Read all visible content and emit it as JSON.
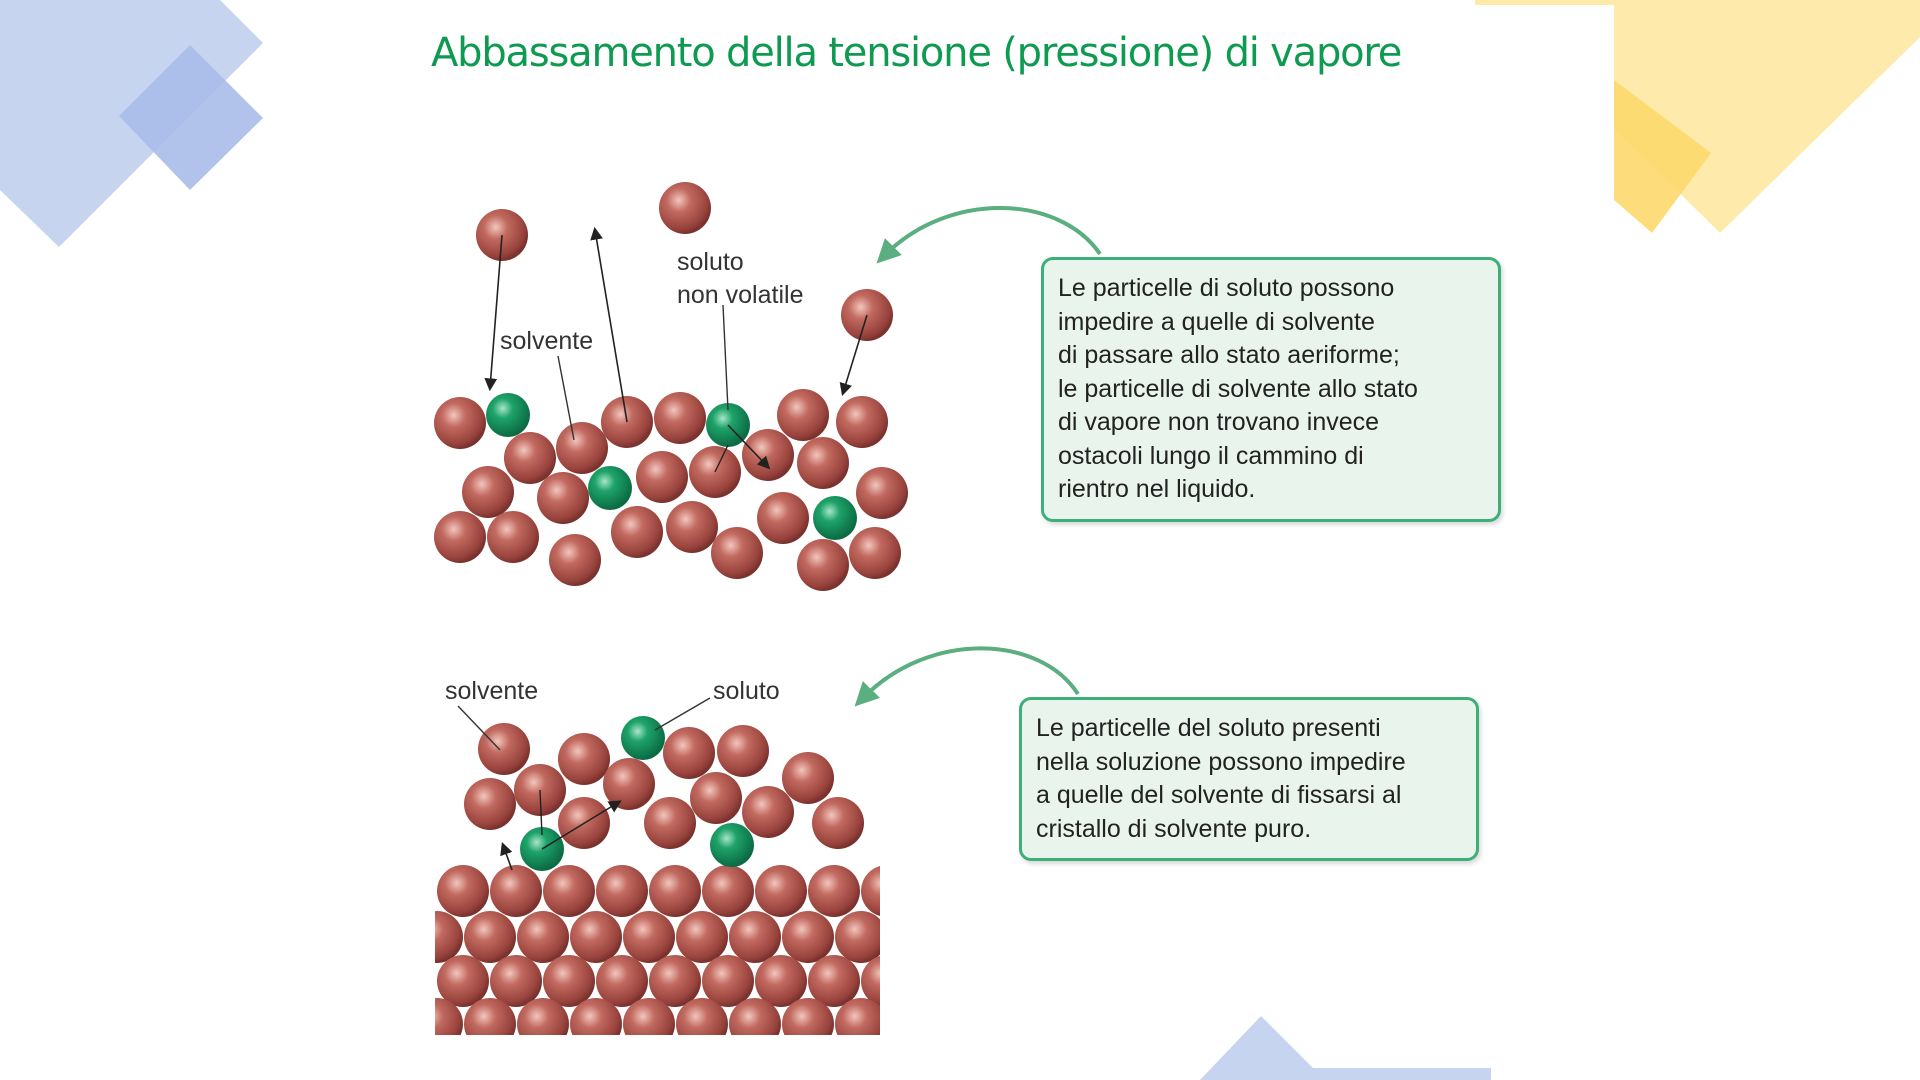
{
  "title": "Abbassamento della tensione (pressione) di vapore",
  "top_diagram": {
    "label_solvent": "solvente",
    "label_solute_line1": "soluto",
    "label_solute_line2": "non volatile",
    "caption_lines": [
      "Le particelle di soluto possono",
      "impedire a quelle di solvente",
      "di passare allo stato aeriforme;",
      "le particelle di solvente allo stato",
      "di vapore non trovano invece",
      "ostacoli lungo il cammino di",
      "rientro nel liquido."
    ]
  },
  "bottom_diagram": {
    "label_solvent": "solvente",
    "label_solute": "soluto",
    "caption_lines": [
      "Le particelle del soluto presenti",
      "nella soluzione possono impedire",
      "a quelle del solvente di fissarsi al",
      "cristallo di solvente puro."
    ]
  },
  "colors": {
    "title": "#0e9a50",
    "solvent_particle": "#b5564f",
    "solute_particle": "#1a9a62",
    "caption_border": "#3daf78",
    "caption_bg": "#e9f4ec"
  }
}
